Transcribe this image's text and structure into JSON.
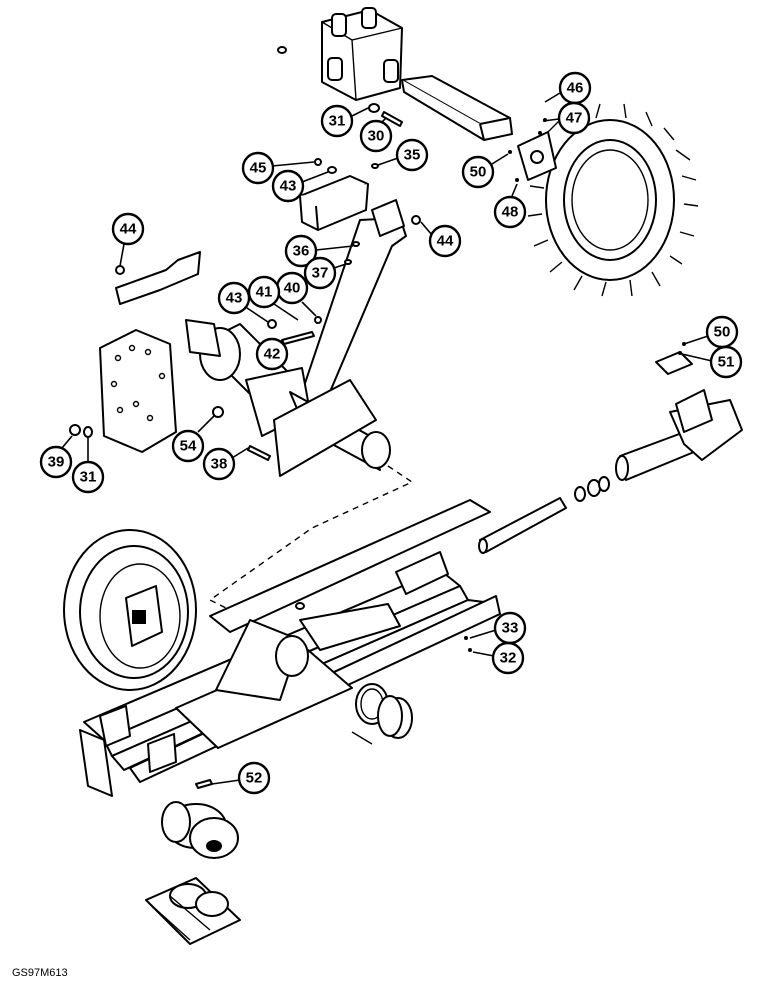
{
  "figure_code": "GS97M613",
  "callouts": [
    {
      "id": "callout-46",
      "label": "46"
    },
    {
      "id": "callout-47",
      "label": "47"
    },
    {
      "id": "callout-31a",
      "label": "31"
    },
    {
      "id": "callout-30",
      "label": "30"
    },
    {
      "id": "callout-45",
      "label": "45"
    },
    {
      "id": "callout-43a",
      "label": "43"
    },
    {
      "id": "callout-35",
      "label": "35"
    },
    {
      "id": "callout-50a",
      "label": "50"
    },
    {
      "id": "callout-48",
      "label": "48"
    },
    {
      "id": "callout-44a",
      "label": "44"
    },
    {
      "id": "callout-44b",
      "label": "44"
    },
    {
      "id": "callout-36",
      "label": "36"
    },
    {
      "id": "callout-37",
      "label": "37"
    },
    {
      "id": "callout-40",
      "label": "40"
    },
    {
      "id": "callout-41",
      "label": "41"
    },
    {
      "id": "callout-43b",
      "label": "43"
    },
    {
      "id": "callout-42",
      "label": "42"
    },
    {
      "id": "callout-50b",
      "label": "50"
    },
    {
      "id": "callout-51",
      "label": "51"
    },
    {
      "id": "callout-54",
      "label": "54"
    },
    {
      "id": "callout-38",
      "label": "38"
    },
    {
      "id": "callout-39",
      "label": "39"
    },
    {
      "id": "callout-31b",
      "label": "31"
    },
    {
      "id": "callout-33",
      "label": "33"
    },
    {
      "id": "callout-32",
      "label": "32"
    },
    {
      "id": "callout-52",
      "label": "52"
    }
  ]
}
